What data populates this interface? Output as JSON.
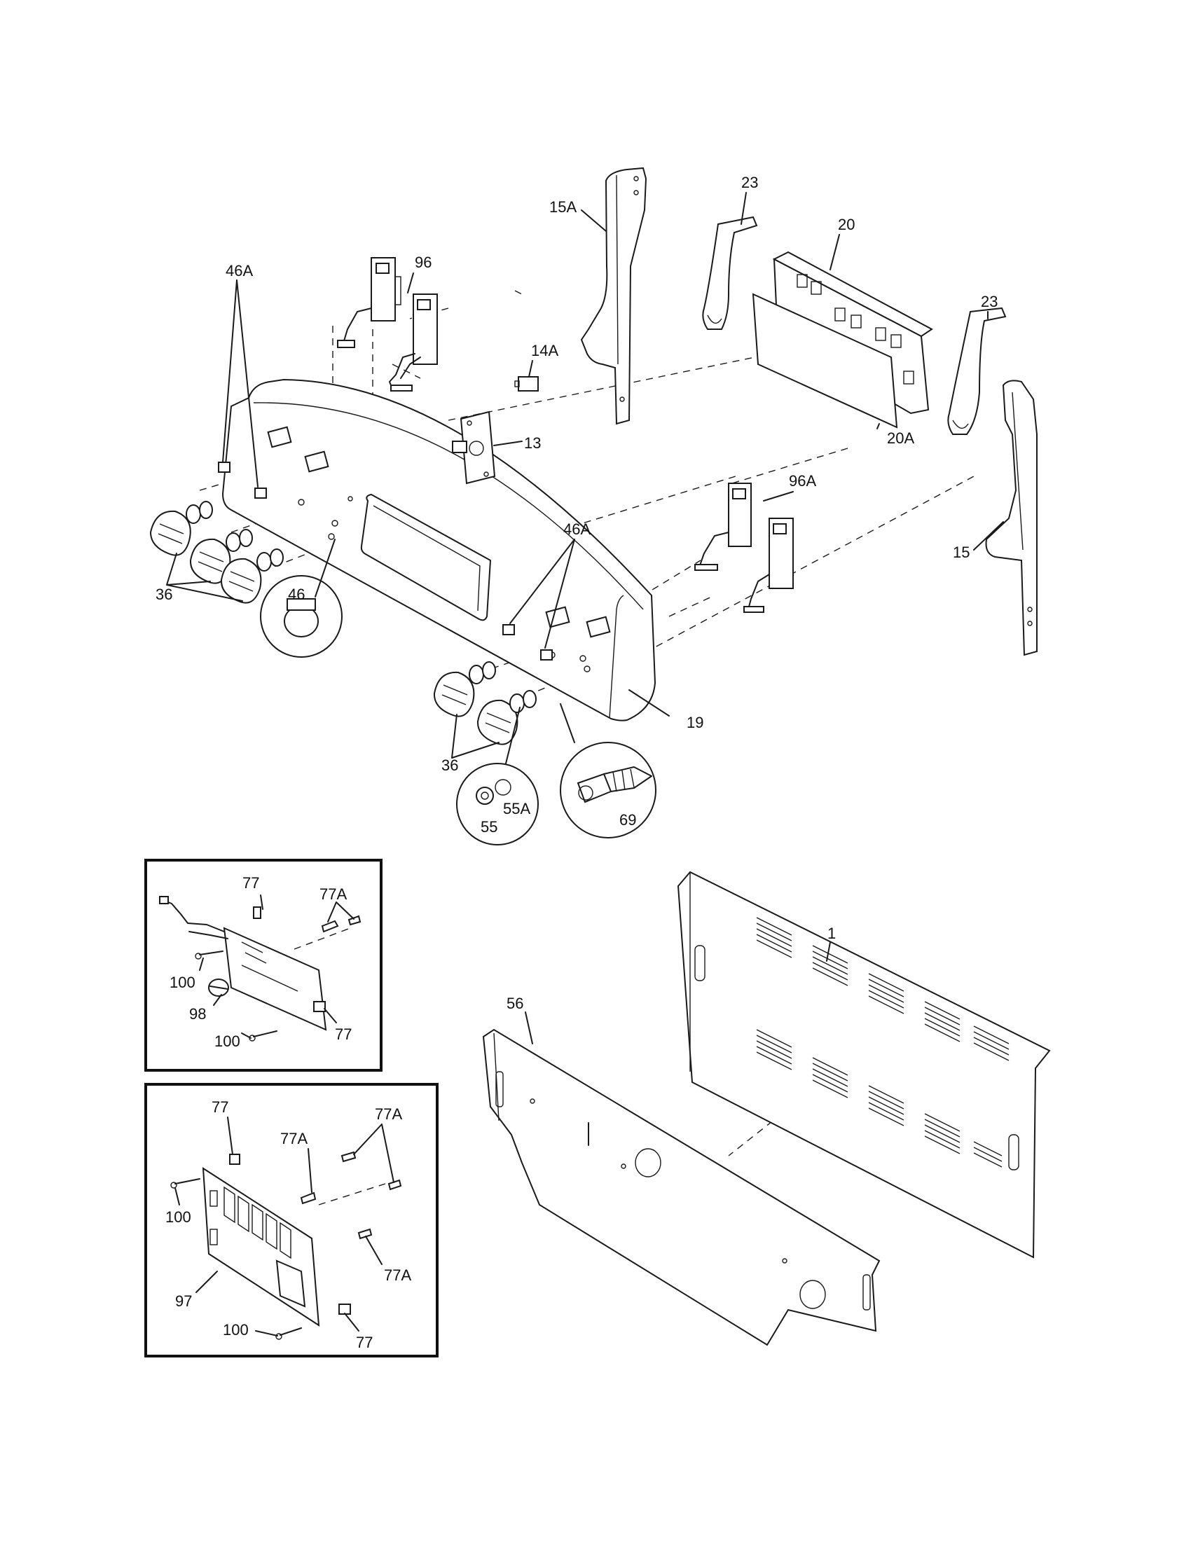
{
  "labels": {
    "p15A": "15A",
    "p23a": "23",
    "p20": "20",
    "p23b": "23",
    "p96": "96",
    "p14A": "14A",
    "p46Aa": "46A",
    "p13": "13",
    "p20A": "20A",
    "p96A": "96A",
    "p46Ab": "46A",
    "p15": "15",
    "p36a": "36",
    "p46": "46",
    "p19": "19",
    "p36b": "36",
    "p55A": "55A",
    "p55": "55",
    "p69": "69",
    "b1_77a": "77",
    "b1_77A": "77A",
    "b1_100a": "100",
    "b1_98": "98",
    "b1_100b": "100",
    "b1_77b": "77",
    "b2_77a": "77",
    "b2_77Aa": "77A",
    "b2_77Ab": "77A",
    "b2_100a": "100",
    "b2_77Ac": "77A",
    "b2_97": "97",
    "b2_100b": "100",
    "b2_77b": "77",
    "p1": "1",
    "p56": "56"
  }
}
